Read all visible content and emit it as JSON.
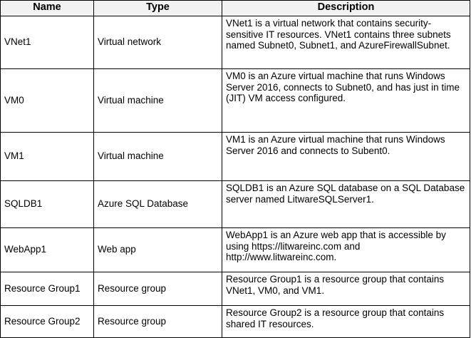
{
  "table": {
    "columns": [
      {
        "key": "name",
        "label": "Name"
      },
      {
        "key": "type",
        "label": "Type"
      },
      {
        "key": "description",
        "label": "Description"
      }
    ],
    "rows": [
      {
        "name": "VNet1",
        "type": "Virtual network",
        "description": "VNet1 is a virtual network that contains security-sensitive IT resources. VNet1 contains three subnets named Subnet0, Subnet1, and AzureFirewallSubnet."
      },
      {
        "name": "VM0",
        "type": "Virtual machine",
        "description": "VM0 is an Azure virtual machine that runs Windows Server 2016, connects to Subnet0, and has just in time (JIT) VM access configured."
      },
      {
        "name": "VM1",
        "type": "Virtual machine",
        "description": "VM1 is an Azure virtual machine that runs Windows Server 2016 and connects to Subent0."
      },
      {
        "name": "SQLDB1",
        "type": "Azure SQL Database",
        "description": "SQLDB1 is an Azure SQL database on a SQL Database server named LitwareSQLServer1."
      },
      {
        "name": "WebApp1",
        "type": "Web app",
        "description": "WebApp1 is an Azure web app that is accessible by using https://litwareinc.com and http://www.litwareinc.com."
      },
      {
        "name": "Resource Group1",
        "type": "Resource group",
        "description": "Resource Group1 is a resource group that contains VNet1, VM0, and VM1."
      },
      {
        "name": "Resource Group2",
        "type": "Resource group",
        "description": "Resource Group2 is a resource group that contains shared IT resources."
      }
    ]
  },
  "colors": {
    "header_background": "#f2f2f2",
    "border": "#000000",
    "text": "#000000",
    "page_background": "#ffffff"
  }
}
